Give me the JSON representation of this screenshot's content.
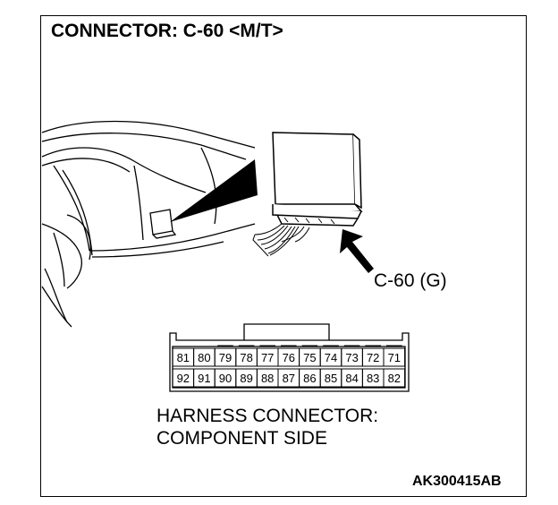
{
  "title": "CONNECTOR: C-60 <M/T>",
  "callout_label": "C-60 (G)",
  "caption": {
    "line1": "HARNESS CONNECTOR:",
    "line2": "COMPONENT SIDE"
  },
  "figure_code": "AK300415AB",
  "connector": {
    "row1": [
      "81",
      "80",
      "79",
      "78",
      "77",
      "76",
      "75",
      "74",
      "73",
      "72",
      "71"
    ],
    "row2": [
      "92",
      "91",
      "90",
      "89",
      "88",
      "87",
      "86",
      "85",
      "84",
      "83",
      "82"
    ]
  }
}
